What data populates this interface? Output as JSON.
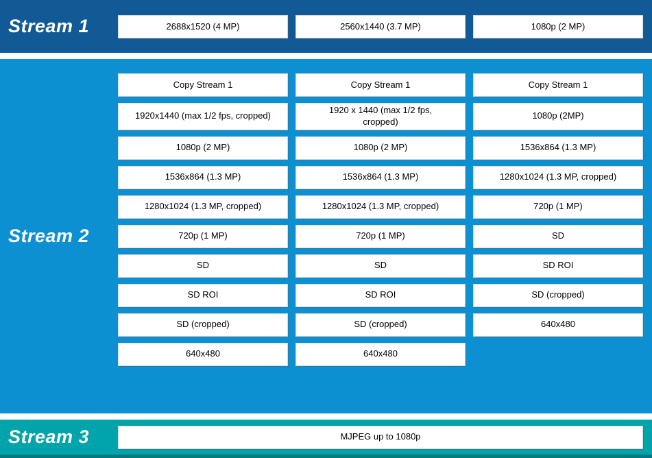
{
  "colors": {
    "stream1_band": "#115A96",
    "stream2_band": "#0D90D1",
    "stream3_band": "#00A4AA",
    "stream3_border": "#00797F"
  },
  "stream1": {
    "label": "Stream 1",
    "boxes": [
      "2688x1520 (4 MP)",
      "2560x1440 (3.7 MP)",
      "1080p (2 MP)"
    ]
  },
  "stream2": {
    "label": "Stream 2",
    "col1": [
      "Copy Stream 1",
      "1920x1440 (max 1/2 fps, cropped)",
      "1080p (2 MP)",
      "1536x864 (1.3 MP)",
      "1280x1024 (1.3 MP, cropped)",
      "720p (1 MP)",
      "SD",
      "SD ROI",
      "SD (cropped)",
      "640x480"
    ],
    "col2": [
      "Copy Stream 1",
      "1920 x 1440 (max 1/2 fps, cropped)",
      "1080p (2 MP)",
      "1536x864 (1.3 MP)",
      "1280x1024 (1.3 MP, cropped)",
      "720p (1 MP)",
      "SD",
      "SD ROI",
      "SD (cropped)",
      "640x480"
    ],
    "col3": [
      "Copy Stream 1",
      "1080p (2MP)",
      "1536x864 (1.3 MP)",
      "1280x1024 (1.3 MP, cropped)",
      "720p (1 MP)",
      "SD",
      "SD ROI",
      "SD (cropped)",
      "640x480"
    ]
  },
  "stream3": {
    "label": "Stream 3",
    "boxes": [
      "MJPEG up to 1080p"
    ]
  }
}
